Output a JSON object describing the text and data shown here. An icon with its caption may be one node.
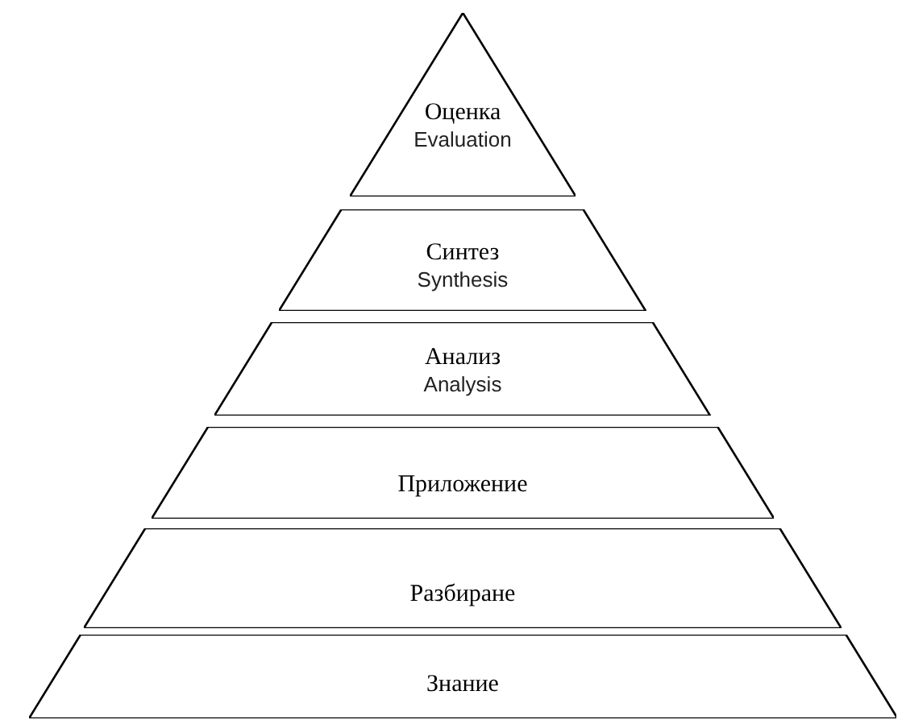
{
  "diagram": {
    "nodes": [
      {
        "text": [
          "Оценка",
          "Evaluation"
        ]
      },
      {
        "text": [
          "Синтез",
          "Synthesis"
        ]
      },
      {
        "text": [
          "Анализ",
          "Analysis"
        ]
      },
      {
        "text": [
          "Приложение"
        ]
      },
      {
        "text": [
          "Разбиране"
        ]
      },
      {
        "text": [
          "Знание"
        ]
      }
    ]
  }
}
